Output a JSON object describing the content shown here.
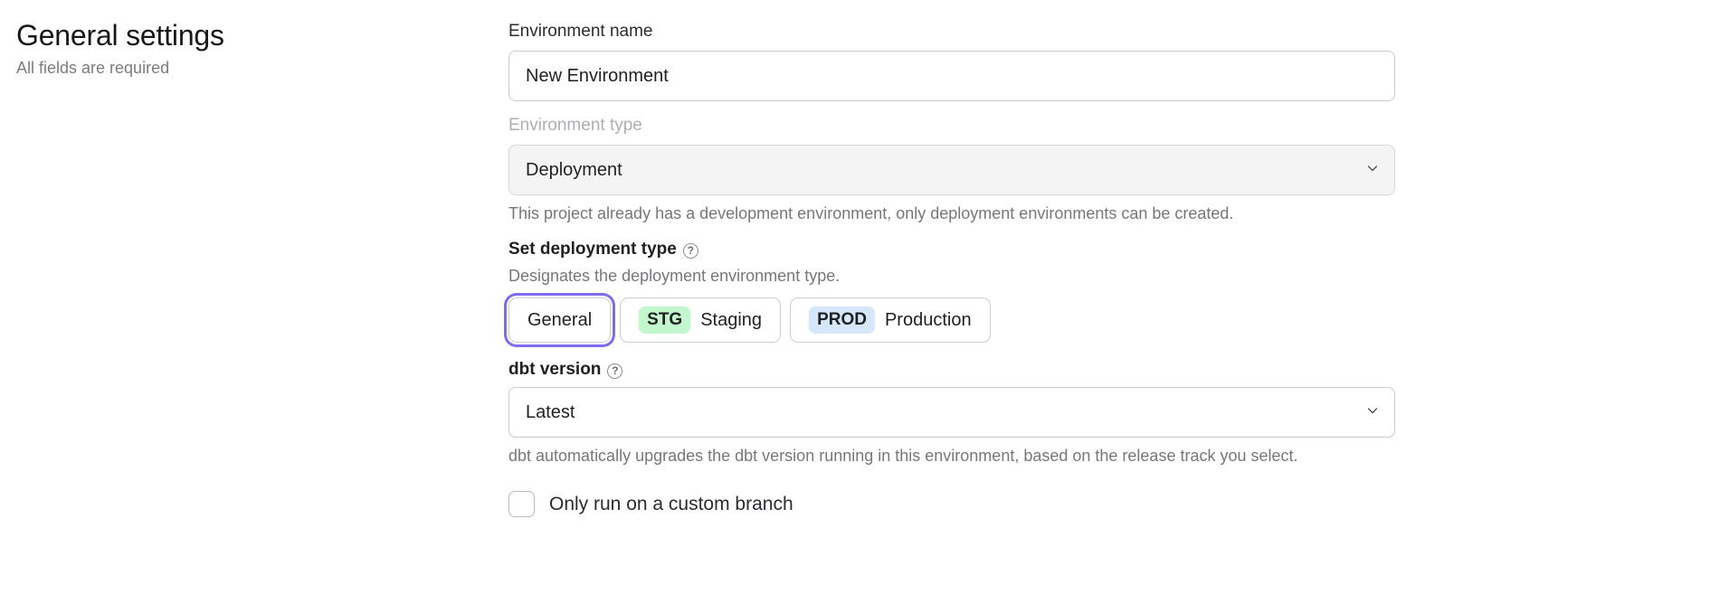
{
  "header": {
    "title": "General settings",
    "subtitle": "All fields are required"
  },
  "form": {
    "environment_name": {
      "label": "Environment name",
      "value": "New Environment",
      "placeholder": "Environment name"
    },
    "environment_type": {
      "label": "Environment type",
      "value": "Deployment",
      "disabled": true,
      "help_text": "This project already has a development environment, only deployment environments can be created.",
      "chevron_icon": "chevron-down-icon"
    },
    "deployment_type": {
      "title": "Set deployment type",
      "help_icon": "help-circle-icon",
      "description": "Designates the deployment environment type.",
      "options": [
        {
          "id": "general",
          "label": "General",
          "badge": null,
          "badge_color": null,
          "selected": true
        },
        {
          "id": "staging",
          "label": "Staging",
          "badge": "STG",
          "badge_color": "#c2f7cd",
          "selected": false
        },
        {
          "id": "production",
          "label": "Production",
          "badge": "PROD",
          "badge_color": "#d6e6fb",
          "selected": false
        }
      ]
    },
    "dbt_version": {
      "label": "dbt version",
      "help_icon": "help-circle-icon",
      "value": "Latest",
      "help_text": "dbt automatically upgrades the dbt version running in this environment, based on the release track you select.",
      "chevron_icon": "chevron-down-icon"
    },
    "custom_branch": {
      "label": "Only run on a custom branch",
      "checked": false
    }
  },
  "colors": {
    "focus_ring": "#7d6cf0",
    "staging_badge": "#c2f7cd",
    "production_badge": "#d6e6fb",
    "disabled_field": "#f4f4f5"
  }
}
